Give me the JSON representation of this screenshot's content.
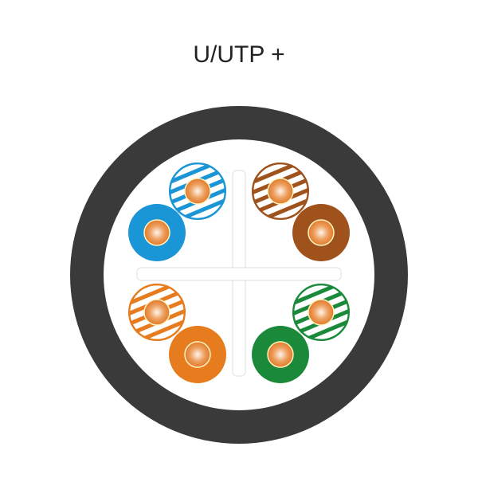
{
  "title": "U/UTP +",
  "colors": {
    "jacket": "#3a3a3a",
    "blue": "#1a95d6",
    "brown": "#a0521c",
    "orange": "#e67c1e",
    "green": "#1a8a3a",
    "copper": "#e8924a"
  },
  "pairs": [
    {
      "name": "blue",
      "wires": [
        {
          "type": "striped"
        },
        {
          "type": "solid"
        }
      ]
    },
    {
      "name": "brown",
      "wires": [
        {
          "type": "striped"
        },
        {
          "type": "solid"
        }
      ]
    },
    {
      "name": "orange",
      "wires": [
        {
          "type": "striped"
        },
        {
          "type": "solid"
        }
      ]
    },
    {
      "name": "green",
      "wires": [
        {
          "type": "striped"
        },
        {
          "type": "solid"
        }
      ]
    }
  ]
}
